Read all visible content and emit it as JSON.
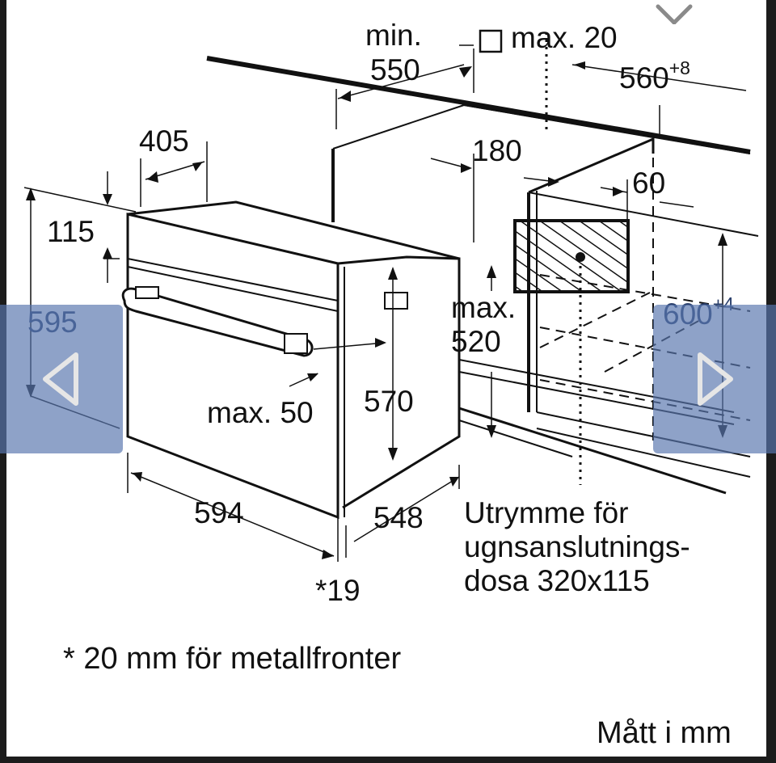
{
  "diagram": {
    "dimensions": {
      "min_label": "min.",
      "min_value": "550",
      "max20": "max. 20",
      "width_cutout_base": "560",
      "width_cutout_tol": "+8",
      "d405": "405",
      "d180": "180",
      "d60": "60",
      "d115": "115",
      "d595": "595",
      "height_cutout_base": "600",
      "height_cutout_tol": "+4",
      "max_label": "max.",
      "max_value": "520",
      "max50": "max. 50",
      "d570": "570",
      "d594": "594",
      "d548": "548",
      "d19": "*19"
    },
    "note_socket_line1": "Utrymme för",
    "note_socket_line2": "ugnsanslutnings-",
    "note_socket_line3": "dosa 320x115",
    "footnote": "* 20 mm för metallfronter",
    "units": "Mått i mm"
  },
  "overlay": {
    "nav_color": "#5876ae",
    "prev_icon": "triangle-left-icon",
    "next_icon": "triangle-right-icon",
    "close_icon": "close-icon"
  }
}
